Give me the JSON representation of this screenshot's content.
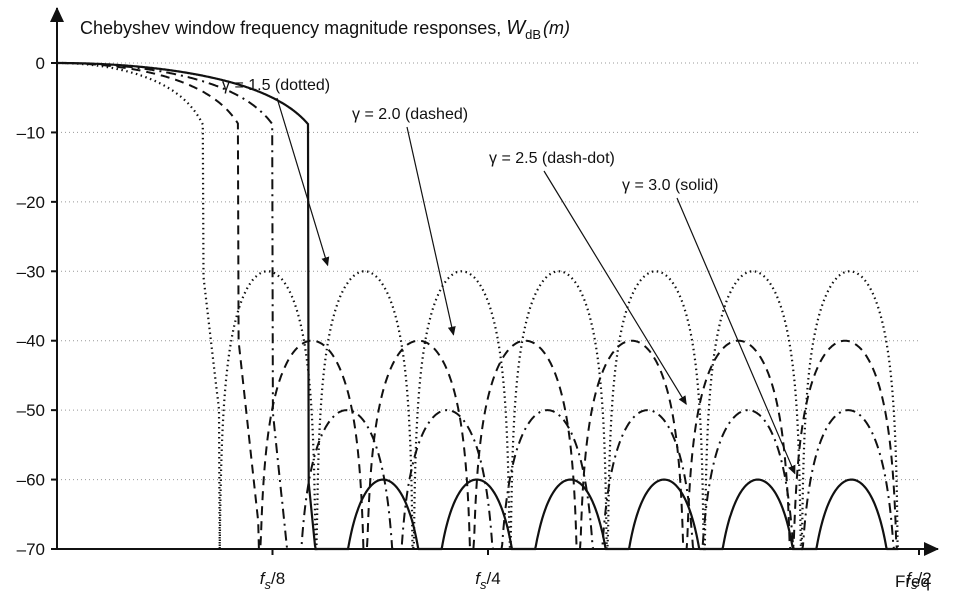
{
  "chart_data": {
    "type": "line",
    "title": "Chebyshev window frequency magnitude responses, W_dB(m)",
    "title_parts": {
      "main": "Chebyshev window frequency magnitude responses, ",
      "symbol": "W",
      "subscript": "dB",
      "argument": "(m)"
    },
    "xlabel": "Freq",
    "ylabel": "",
    "ylim": [
      -70,
      0
    ],
    "yticks": [
      0,
      -10,
      -20,
      -30,
      -40,
      -50,
      -60,
      -70
    ],
    "ytick_labels": [
      "0",
      "–10",
      "–20",
      "–30",
      "–40",
      "–50",
      "–60",
      "–70"
    ],
    "xlim": [
      0,
      0.5
    ],
    "xticks": [
      {
        "value": 0.125,
        "italic": "f",
        "sub": "s",
        "rest": "/8"
      },
      {
        "value": 0.25,
        "italic": "f",
        "sub": "s",
        "rest": "/4"
      },
      {
        "value": 0.5,
        "italic": "f",
        "sub": "s",
        "rest": "/2"
      }
    ],
    "grid": "horizontal dotted",
    "series": [
      {
        "name": "γ = 1.5 (dotted)",
        "style": "dotted",
        "sidelobe_db": -30,
        "mainlobe_edge": 0.094,
        "last_null": 0.488
      },
      {
        "name": "γ = 2.0 (dashed)",
        "style": "dashed",
        "sidelobe_db": -40,
        "mainlobe_edge": 0.117,
        "last_null": 0.488
      },
      {
        "name": "γ = 2.5 (dash-dot)",
        "style": "dash-dot",
        "sidelobe_db": -50,
        "mainlobe_edge": 0.139,
        "last_null": 0.488
      },
      {
        "name": "γ = 3.0 (solid)",
        "style": "solid",
        "sidelobe_db": -60,
        "mainlobe_edge": 0.162,
        "last_null": 0.488
      }
    ],
    "annotations": [
      {
        "text": "γ = 1.5 (dotted)",
        "points_to": [
          0.157,
          -30
        ]
      },
      {
        "text": "γ = 2.0 (dashed)",
        "points_to": [
          0.23,
          -40
        ]
      },
      {
        "text": "γ = 2.5 (dash-dot)",
        "points_to": [
          0.365,
          -50
        ]
      },
      {
        "text": "γ = 3.0 (solid)",
        "points_to": [
          0.428,
          -60
        ]
      }
    ]
  }
}
